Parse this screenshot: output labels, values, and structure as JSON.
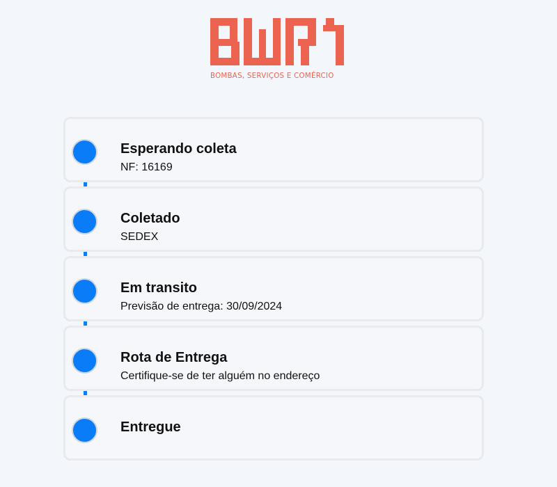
{
  "brand": {
    "name": "BWR",
    "tagline": "BOMBAS, SERVIÇOS E COMÉRCIO",
    "color": "#ea6450"
  },
  "timeline": {
    "accent_color": "#0a7cf7",
    "steps": [
      {
        "title": "Esperando coleta",
        "detail": "NF: 16169"
      },
      {
        "title": "Coletado",
        "detail": "SEDEX"
      },
      {
        "title": "Em transito",
        "detail": "Previsão de entrega: 30/09/2024"
      },
      {
        "title": "Rota de Entrega",
        "detail": "Certifique-se de ter alguém no endereço"
      },
      {
        "title": "Entregue",
        "detail": ""
      }
    ]
  }
}
